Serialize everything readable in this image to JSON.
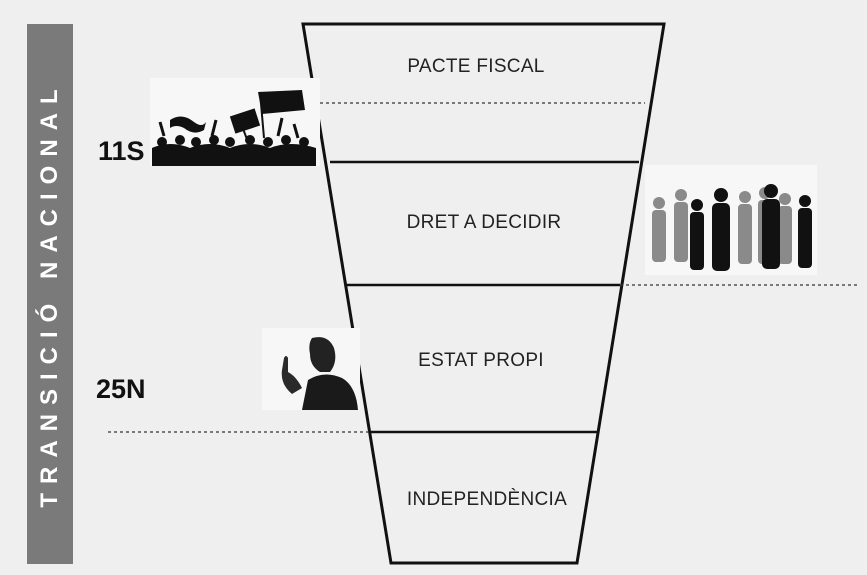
{
  "sidebar": {
    "title": "TRANSICIÓ  NACIONAL"
  },
  "dates": {
    "first": "11S",
    "second": "25N"
  },
  "stages": [
    {
      "label": "PACTE   FISCAL"
    },
    {
      "label": "DRET A DECIDIR"
    },
    {
      "label": "ESTAT  PROPI"
    },
    {
      "label": "INDEPENDÈNCIA"
    }
  ],
  "colors": {
    "sidebar": "#7a7a7a",
    "background": "#efefef",
    "line": "#111111"
  },
  "icons": [
    "protest-crowd-icon",
    "people-crowd-icon",
    "speaker-silhouette-icon"
  ]
}
